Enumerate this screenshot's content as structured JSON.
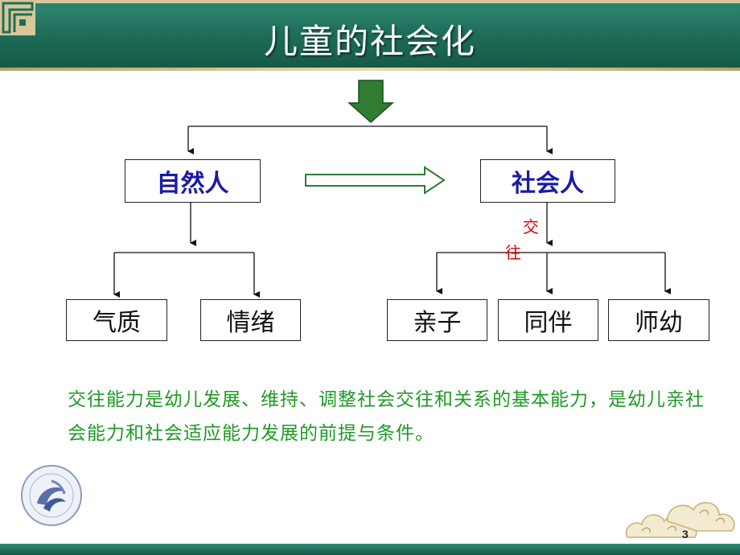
{
  "title": "儿童的社会化",
  "nodes": {
    "natural_person": "自然人",
    "social_person": "社会人",
    "temperament": "气质",
    "emotion": "情绪",
    "parent_child": "亲子",
    "peer": "同伴",
    "teacher_child": "师幼"
  },
  "interaction_label": [
    "交",
    "往"
  ],
  "note": "交往能力是幼儿发展、维持、调整社会交往和关系的基本能力，是幼儿亲社会能力和社会适应能力发展的前提与条件。",
  "page_number": "3",
  "colors": {
    "header": "#1f6e5a",
    "node_blue": "#1a1aa6",
    "label_red": "#e00000",
    "note_green": "#1f9a25",
    "arrow_fill": "#2e7d32"
  }
}
